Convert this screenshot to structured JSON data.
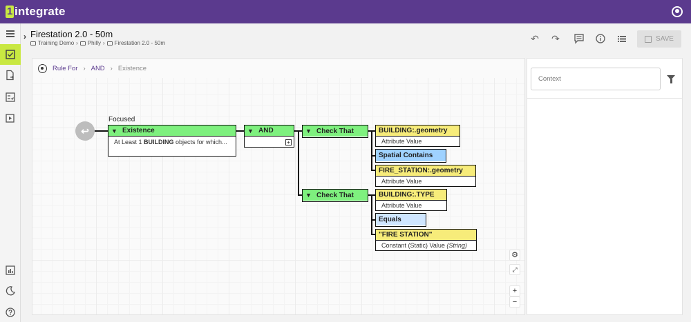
{
  "app": {
    "name": "integrate",
    "brand_color": "#5b3a8e",
    "accent_color": "#c9e842"
  },
  "rail": {
    "items": [
      {
        "icon": "list-icon"
      },
      {
        "icon": "rule-check-icon",
        "active": true
      },
      {
        "icon": "document-export-icon"
      },
      {
        "icon": "checklist-icon"
      },
      {
        "icon": "play-icon"
      }
    ],
    "bottom": [
      {
        "icon": "report-chart-icon"
      },
      {
        "icon": "dark-mode-icon"
      },
      {
        "icon": "help-icon"
      }
    ]
  },
  "header": {
    "title": "Firestation 2.0 - 50m",
    "breadcrumb": [
      "Training Demo",
      "Philly",
      "Firestation 2.0 - 50m"
    ],
    "save_label": "SAVE"
  },
  "rule_crumb": {
    "root": "Rule For",
    "mid": "AND",
    "current": "Existence"
  },
  "graph": {
    "focused_label": "Focused",
    "existence": {
      "title": "Existence",
      "desc_pre": "At Least 1 ",
      "desc_bold": "BUILDING",
      "desc_post": " objects for which..."
    },
    "and": {
      "title": "AND"
    },
    "check1": {
      "title": "Check That"
    },
    "check2": {
      "title": "Check That"
    },
    "c1_a": {
      "title": "BUILDING:.geometry",
      "sub": "Attribute Value"
    },
    "c1_op": {
      "title": "Spatial Contains"
    },
    "c1_b": {
      "title": "FIRE_STATION:.geometry",
      "sub": "Attribute Value"
    },
    "c2_a": {
      "title": "BUILDING:.TYPE",
      "sub": "Attribute Value"
    },
    "c2_op": {
      "title": "Equals"
    },
    "c2_b": {
      "title": "\"FIRE STATION\"",
      "sub": "Constant (Static) Value ",
      "sub_italic": "(String)"
    }
  },
  "zoom": {
    "in": "+",
    "out": "−"
  },
  "context": {
    "placeholder": "Context"
  }
}
